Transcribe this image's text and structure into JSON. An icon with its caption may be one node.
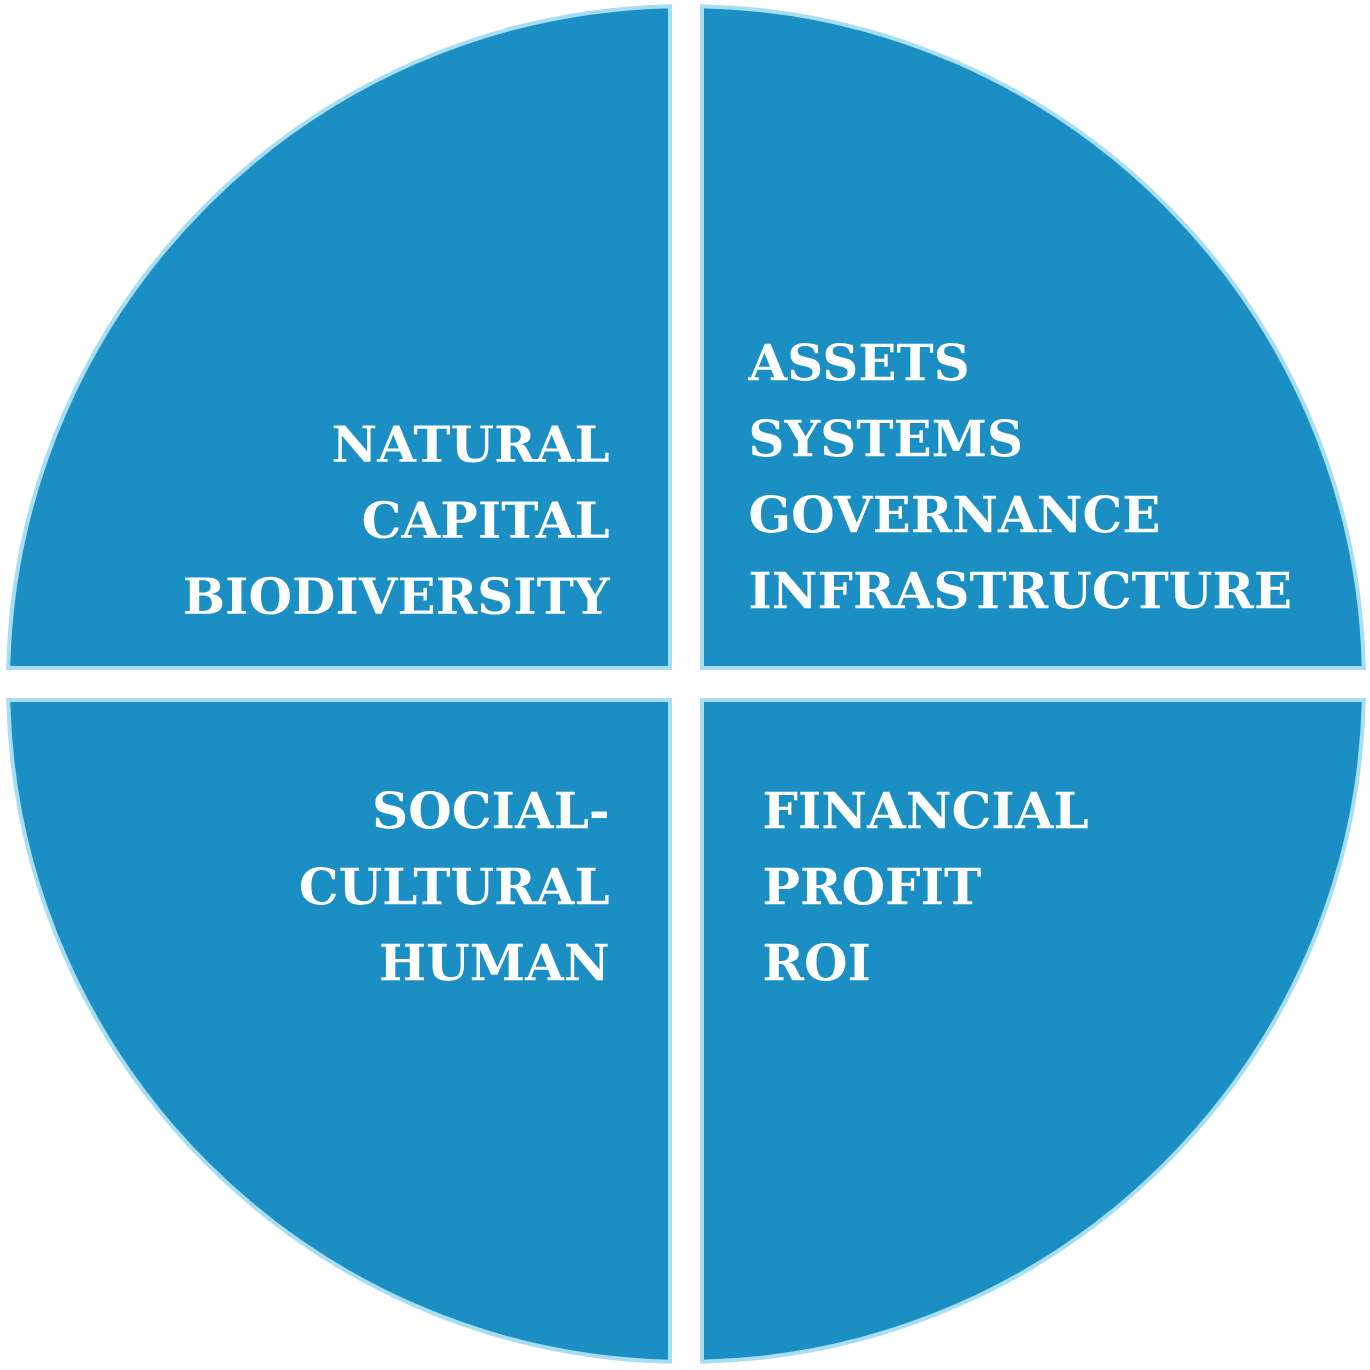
{
  "diagram": {
    "nodes": [
      {
        "text": [
          "NATURAL CAPITAL",
          "BIODIVERSITY"
        ]
      },
      {
        "text": [
          "ASSETS",
          "SYSTEMS",
          "GOVERNANCE",
          "INFRASTRUCTURE"
        ]
      },
      {
        "text": [
          "SOCIAL-CULTURAL",
          "HUMAN"
        ]
      },
      {
        "text": [
          "FINANCIAL",
          "PROFIT",
          "ROI"
        ]
      }
    ]
  }
}
